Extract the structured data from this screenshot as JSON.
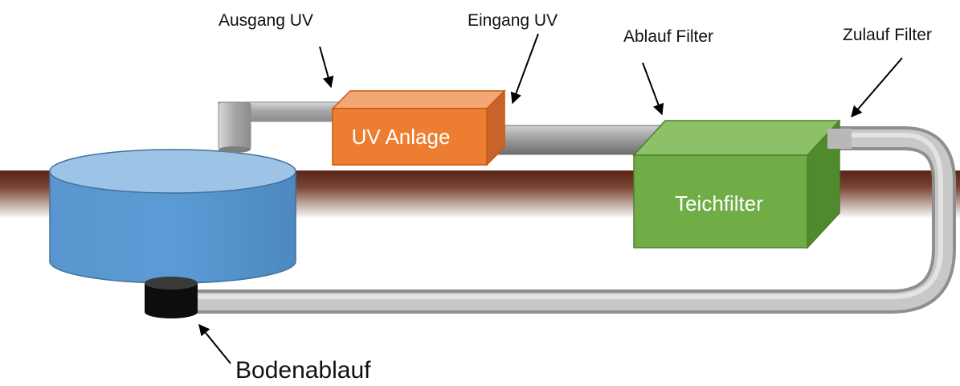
{
  "labels": {
    "ausgang_uv": "Ausgang UV",
    "eingang_uv": "Eingang UV",
    "ablauf_filter": "Ablauf Filter",
    "zulauf_filter": "Zulauf Filter",
    "bodenablauf": "Bodenablauf"
  },
  "components": {
    "uv_anlage": "UV Anlage",
    "teichfilter": "Teichfilter"
  },
  "colors": {
    "pond": "#5b9bd5",
    "uv_box": "#ed7d31",
    "filter_box": "#70ad47",
    "pipe": "#b4b4b4",
    "drain": "#111111",
    "ground": "#6b2f1f"
  }
}
